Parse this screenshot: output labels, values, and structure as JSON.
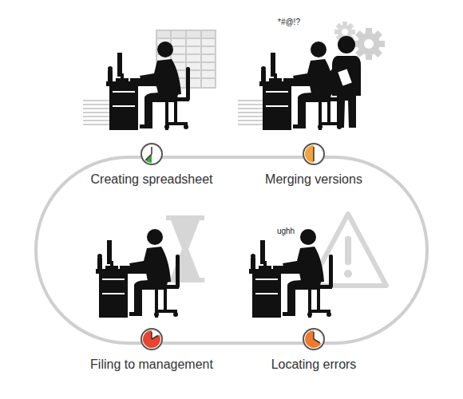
{
  "diagram": {
    "labels": [
      "*#@!?",
      "Creating spreadsheet",
      "Merging versions",
      "ughh",
      "Filing to management",
      "Locating errors"
    ]
  }
}
